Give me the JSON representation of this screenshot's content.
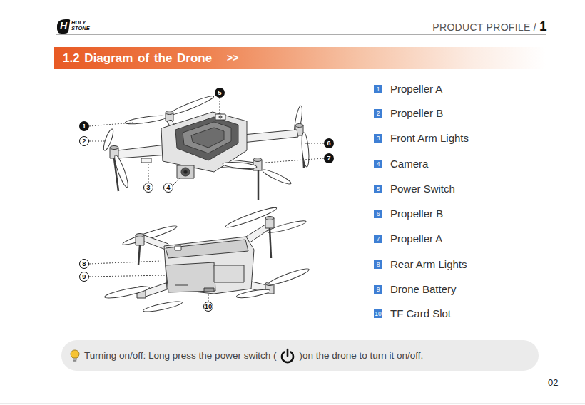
{
  "diagram": {
    "title": "1.2 Diagram of the Drone",
    "nodes": [
      {
        "text": [
          "5"
        ]
      },
      {
        "text": [
          "1"
        ]
      },
      {
        "text": [
          "2"
        ]
      },
      {
        "text": [
          "6"
        ]
      },
      {
        "text": [
          "7"
        ]
      },
      {
        "text": [
          "3"
        ]
      },
      {
        "text": [
          "4"
        ]
      },
      {
        "text": [
          "8"
        ]
      },
      {
        "text": [
          "9"
        ]
      },
      {
        "text": [
          "10"
        ]
      },
      {
        "text": [
          "1"
        ]
      },
      {
        "text": [
          "2"
        ]
      },
      {
        "text": [
          "3"
        ]
      },
      {
        "text": [
          "4"
        ]
      },
      {
        "text": [
          "5"
        ]
      },
      {
        "text": [
          "6"
        ]
      },
      {
        "text": [
          "7"
        ]
      },
      {
        "text": [
          "8"
        ]
      },
      {
        "text": [
          "9"
        ]
      },
      {
        "text": [
          "10"
        ]
      },
      {
        "text": [
          "Turning on/off: Long press the power switch (",
          ")on the drone to turn it on/off."
        ]
      }
    ],
    "labels": [
      "H",
      "HOLY",
      "STONE",
      "PRODUCT PROFILE /",
      "1",
      ">>",
      "Propeller A",
      "Propeller B",
      "Front Arm Lights",
      "Camera",
      "Power Switch",
      "Propeller B",
      "Propeller A",
      "Rear Arm Lights",
      "Drone Battery",
      "TF Card Slot",
      "02"
    ]
  }
}
